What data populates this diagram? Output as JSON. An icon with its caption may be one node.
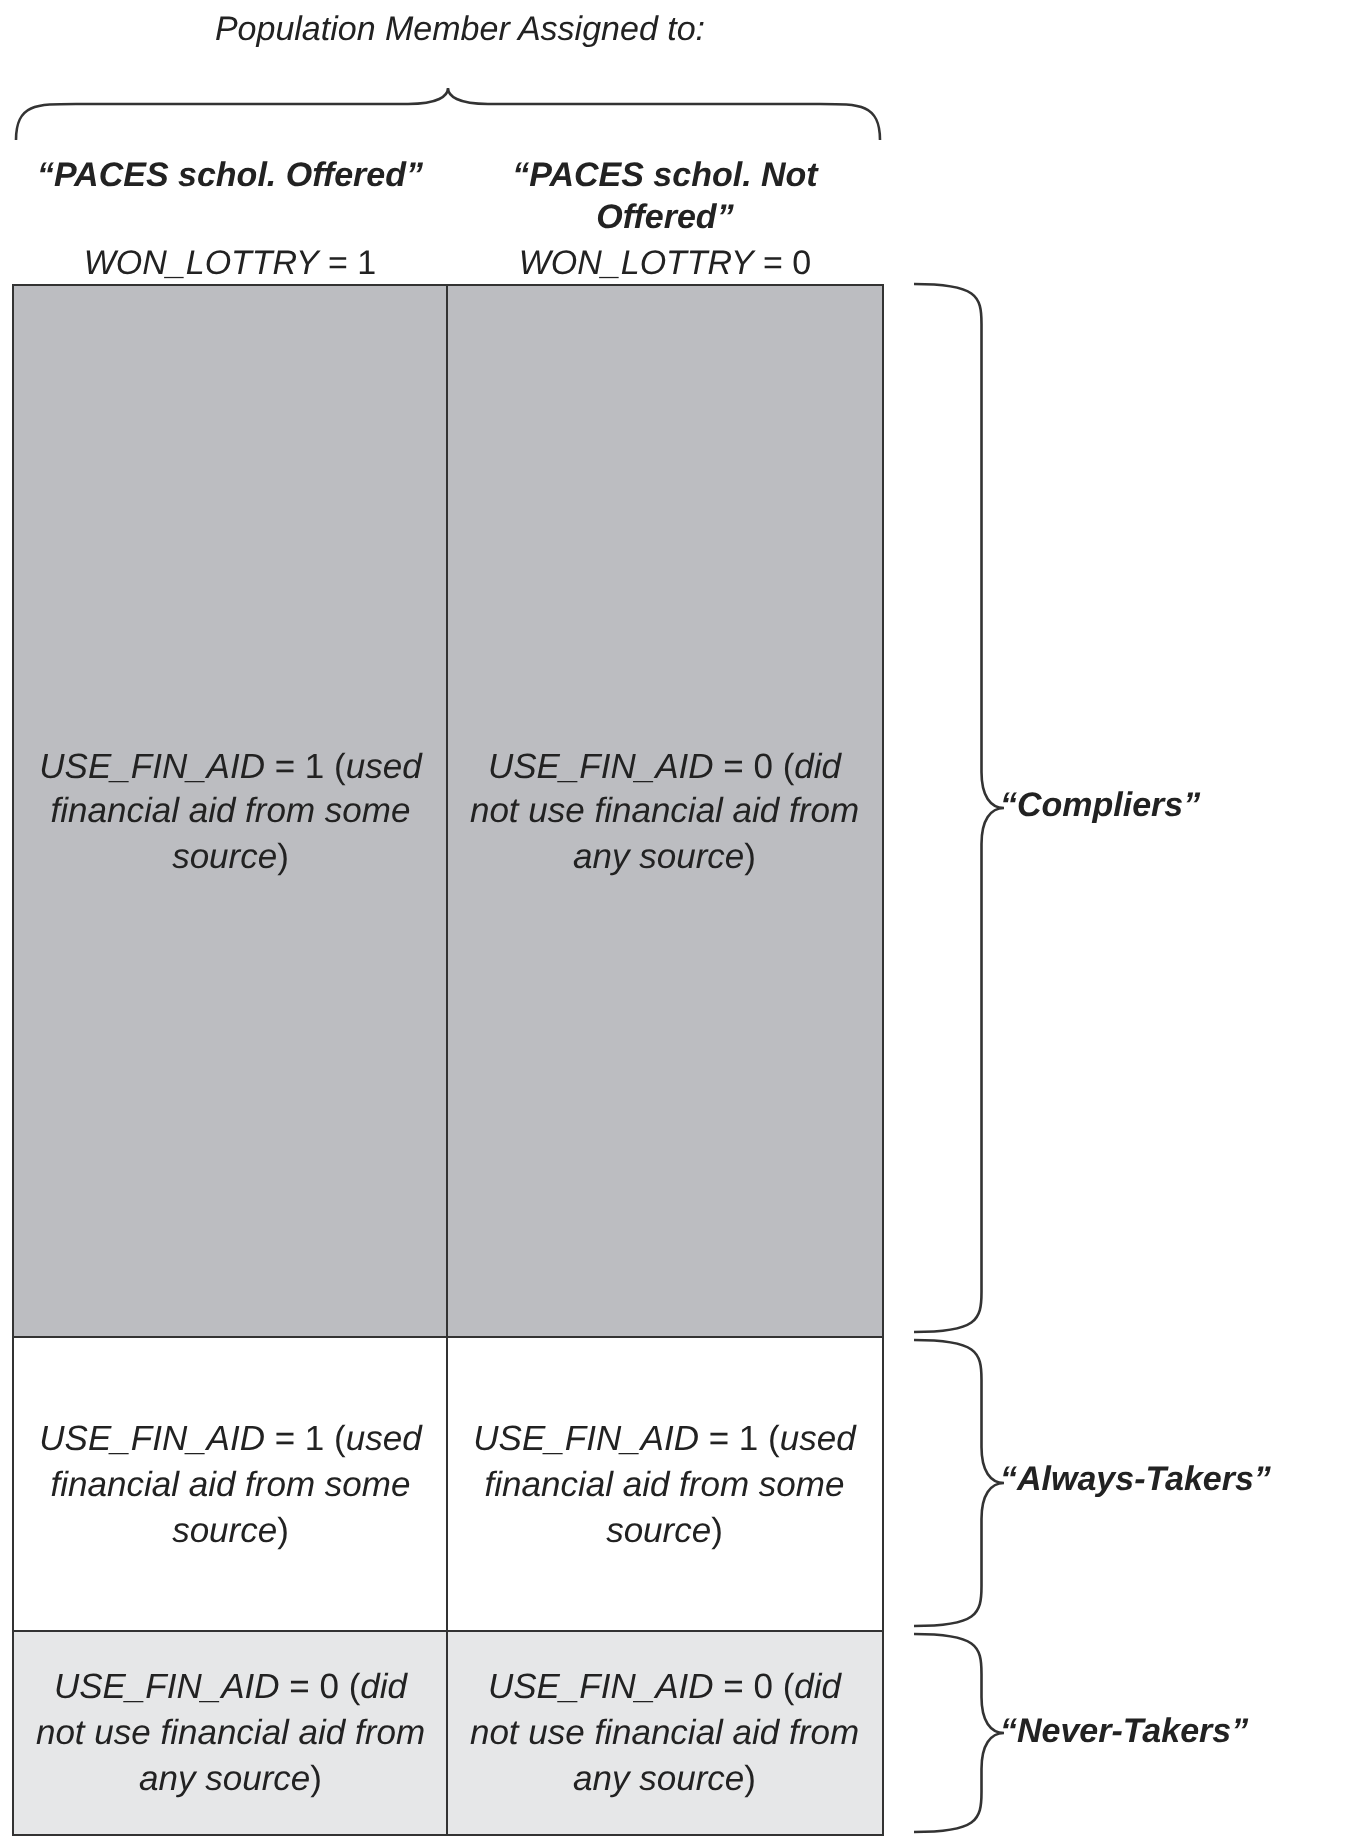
{
  "diagram": {
    "nodes": [
      {
        "text": [
          "*USE_FIN_AID* = 1 (*used financial aid from some source*)"
        ]
      },
      {
        "text": [
          "*USE_FIN_AID* = 0 (*did not use financial aid from any source*)"
        ]
      },
      {
        "text": [
          "*USE_FIN_AID* = 1 (*used financial aid from some source*)"
        ]
      },
      {
        "text": [
          "*USE_FIN_AID* = 1 (*used financial aid from some source*)"
        ]
      },
      {
        "text": [
          "*USE_FIN_AID* = 0 (*did not use financial aid from any source*)"
        ]
      },
      {
        "text": [
          "*USE_FIN_AID* = 0 (*did not use financial aid from any source*)"
        ]
      }
    ],
    "labels": [
      "Population Member Assigned to:",
      "“PACES schol. Offered”",
      "*WON_LOTTRY* = 1",
      "“PACES schol. Not Offered”",
      "*WON_LOTTRY* = 0",
      "“Compliers”",
      "“Always-Takers”",
      "“Never-Takers”"
    ]
  }
}
